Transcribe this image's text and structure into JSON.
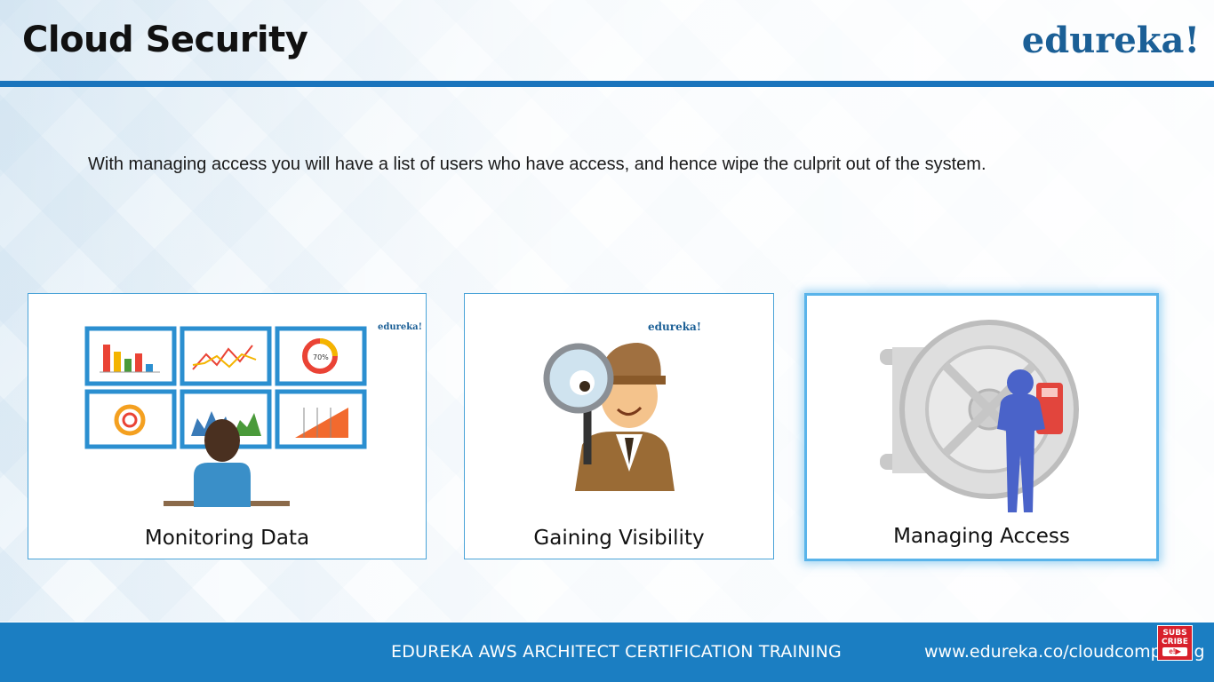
{
  "slide": {
    "title": "Cloud Security",
    "brand": "edureka!",
    "intro": "With managing access you will have a list of users who have access, and hence wipe the culprit out of the system."
  },
  "cards": [
    {
      "label": "Monitoring Data",
      "mini_logo": "edureka!",
      "icon": "monitoring-dashboards-illustration",
      "gauge_text": "70%"
    },
    {
      "label": "Gaining Visibility",
      "mini_logo": "edureka!",
      "icon": "detective-magnifier-illustration"
    },
    {
      "label": "Managing Access",
      "icon": "vault-access-illustration",
      "selected": true
    }
  ],
  "footer": {
    "center_text": "EDUREKA AWS ARCHITECT CERTIFICATION TRAINING",
    "url": "www.edureka.co/cloudcomputing"
  },
  "subscribe": {
    "label": "SUBS CRIBE",
    "play": "e!▶"
  },
  "colors": {
    "accent_blue": "#1a74bc",
    "footer_blue": "#1b7ec2",
    "brand_blue": "#1b5f96",
    "card_border": "#4aa3d8",
    "subscribe_red": "#d8202b"
  }
}
